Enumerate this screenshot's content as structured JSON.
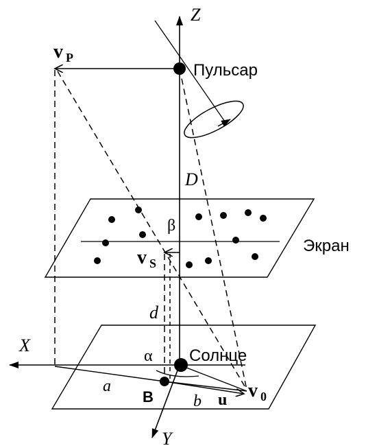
{
  "labels": {
    "z_axis": "Z",
    "x_axis": "X",
    "y_axis": "Y",
    "v_p_main": "v",
    "v_p_sub": "P",
    "pulsar": "Пульсар",
    "distance_D": "D",
    "beta": "β",
    "v_s_main": "v",
    "v_s_sub": "S",
    "screen": "Экран",
    "distance_d": "d",
    "alpha": "α",
    "sun": "Солнце",
    "a": "a",
    "B": "B",
    "b": "b",
    "u": "u",
    "v_0_main": "v",
    "v_0_sub": "0"
  },
  "colors": {
    "ink": "#000000",
    "background": "#ffffff"
  }
}
